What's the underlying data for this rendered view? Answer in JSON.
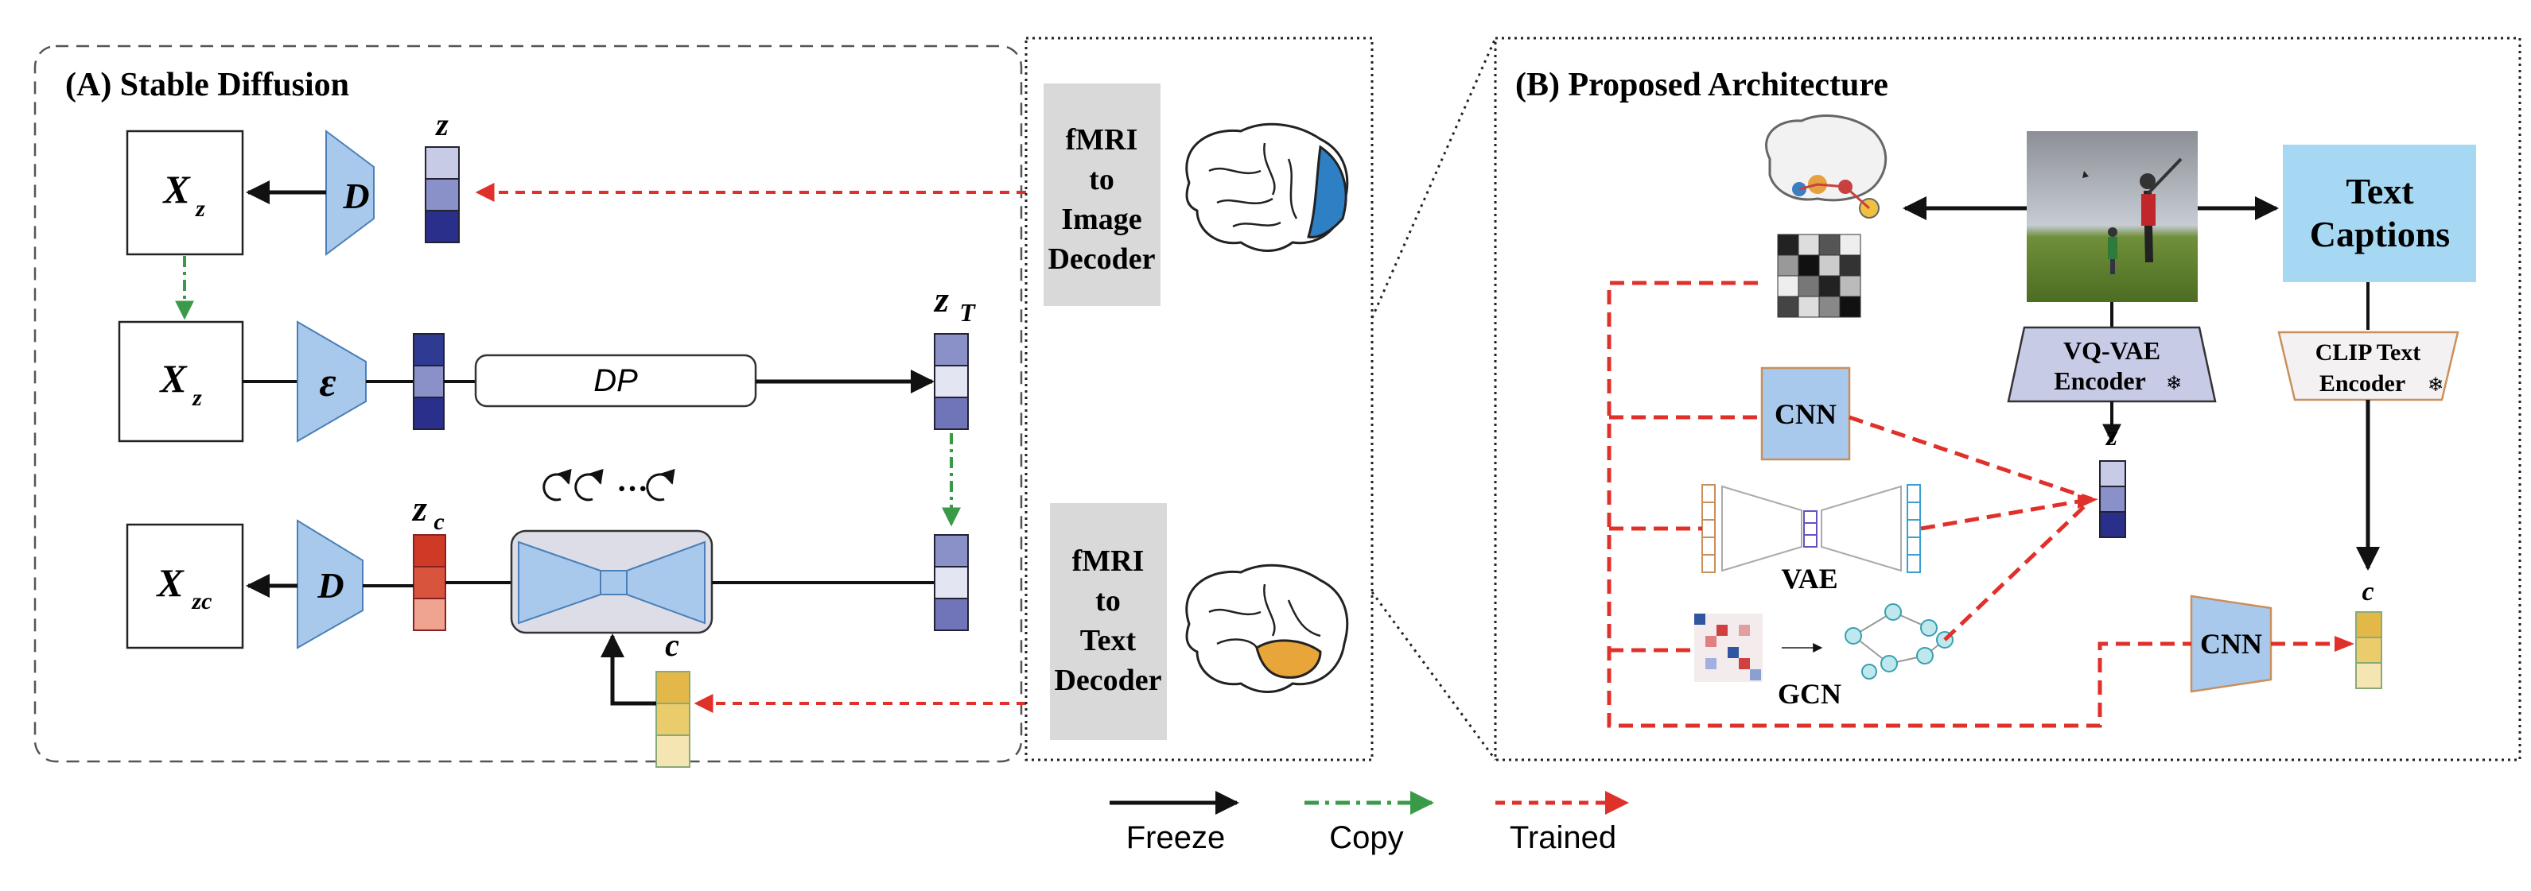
{
  "panel_a": {
    "title": "(A) Stable Diffusion",
    "row1": {
      "output": "X",
      "output_sub": "z",
      "decoder": "D",
      "latent": "z"
    },
    "row2": {
      "input": "X",
      "input_sub": "z",
      "encoder": "ε",
      "process": "DP",
      "latent": "z",
      "latent_sub": "T"
    },
    "row3": {
      "output": "X",
      "output_sub": "zc",
      "decoder": "D",
      "latent": "z",
      "latent_sub": "c",
      "cond": "c",
      "loop_dots": "···"
    }
  },
  "middle": {
    "image_decoder": [
      "fMRI",
      "to",
      "Image",
      "Decoder"
    ],
    "text_decoder": [
      "fMRI",
      "to",
      "Text",
      "Decoder"
    ]
  },
  "panel_b": {
    "title": "(B) Proposed Architecture",
    "text_captions": [
      "Text",
      "Captions"
    ],
    "vqvae": [
      "VQ-VAE",
      "Encoder"
    ],
    "clip": [
      "CLIP Text",
      "Encoder"
    ],
    "snowflake": "❄",
    "cnn1": "CNN",
    "cnn2": "CNN",
    "vae": "VAE",
    "gcn": "GCN",
    "z_label": "z",
    "c_label": "c"
  },
  "legend": {
    "freeze": "Freeze",
    "copy": "Copy",
    "trained": "Trained"
  },
  "colors": {
    "freeze": "#111111",
    "copy": "#3a9a48",
    "trained": "#e0302a",
    "blue_dark": "#2a2f8c",
    "blue_mid": "#8a90c8",
    "blue_light": "#c8cbe6",
    "red_dark": "#cf3a26",
    "red_light": "#efa490",
    "yellow_dark": "#e3b849",
    "yellow_light": "#f4e5b3",
    "module_fill": "#a9c9ec",
    "caption_fill": "#a7d8f3"
  }
}
